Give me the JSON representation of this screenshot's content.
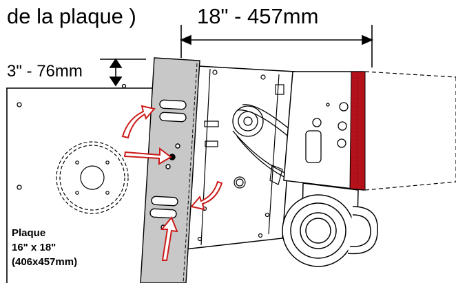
{
  "labels": {
    "title_fragment": "de la plaque )",
    "width_dimension": "18\" - 457mm",
    "offset_dimension": "3\" - 76mm"
  },
  "plate": {
    "name": "Plaque",
    "size_in": "16\" x 18\"",
    "size_mm": "(406x457mm)"
  },
  "colors": {
    "line": "#000000",
    "rail": "#c8c8c8",
    "arrow": "#cc1a1a",
    "brake_strip": "#b3121a"
  }
}
